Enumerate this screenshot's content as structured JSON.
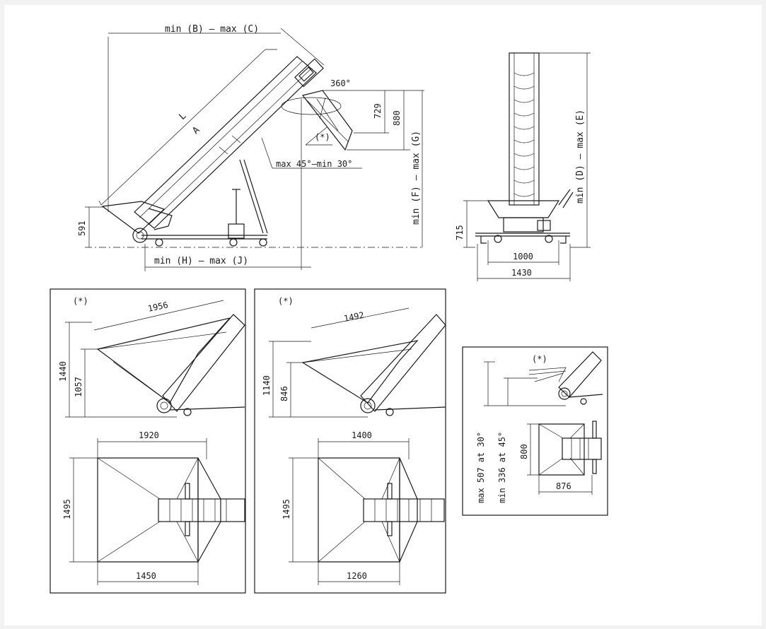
{
  "labels": {
    "top_width": "min (B) – max (C)",
    "length_L": "L",
    "length_A": "A",
    "rotation": "360°",
    "dim_729": "729",
    "dim_880": "880",
    "angle_note": "(*)",
    "angle_range": "max 45°–min 30°",
    "dim_591": "591",
    "bottom_reach": "min (H) – max (J)",
    "height_FG": "min (F) – max (G)",
    "height_DE": "min (D) – max (E)",
    "dim_715": "715",
    "dim_1000": "1000",
    "dim_1430": "1430"
  },
  "panel_a": {
    "note": "(*)",
    "dim_1956": "1956",
    "dim_1440": "1440",
    "dim_1057": "1057",
    "dim_1920": "1920",
    "dim_1495": "1495",
    "dim_1450": "1450"
  },
  "panel_b": {
    "note": "(*)",
    "dim_1492": "1492",
    "dim_1140": "1140",
    "dim_846": "846",
    "dim_1400": "1400",
    "dim_1495": "1495",
    "dim_1260": "1260"
  },
  "panel_c": {
    "note": "(*)",
    "max_text": "max 507 at 30°",
    "min_text": "min 336 at 45°",
    "dim_800": "800",
    "dim_876": "876"
  }
}
